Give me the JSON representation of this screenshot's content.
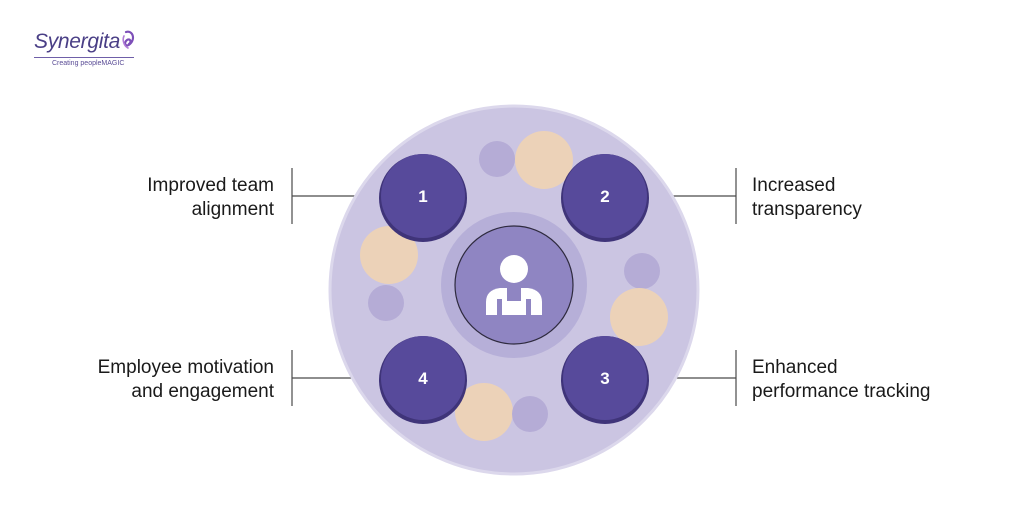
{
  "logo": {
    "brand": "Synergita",
    "tagline": "Creating peopleMAGIC"
  },
  "diagram": {
    "center_icon": "person-icon",
    "items": [
      {
        "number": "1",
        "label": "Improved team\nalignment"
      },
      {
        "number": "2",
        "label": "Increased\ntransparency"
      },
      {
        "number": "3",
        "label": "Enhanced\nperformance tracking"
      },
      {
        "number": "4",
        "label": "Employee motivation\nand engagement"
      }
    ]
  },
  "colors": {
    "outer_ring": "#cbc5e2",
    "outer_ring_stroke": "#d9d5ea",
    "numbered_circle": "#574a9b",
    "numbered_circle_edge": "#3f3479",
    "center_circle": "#8f85c2",
    "center_circle_outer": "#b6afd8",
    "peach_dot": "#ecd2b8",
    "lilac_dot": "#b5acd6",
    "connector": "#4a4a4a"
  }
}
